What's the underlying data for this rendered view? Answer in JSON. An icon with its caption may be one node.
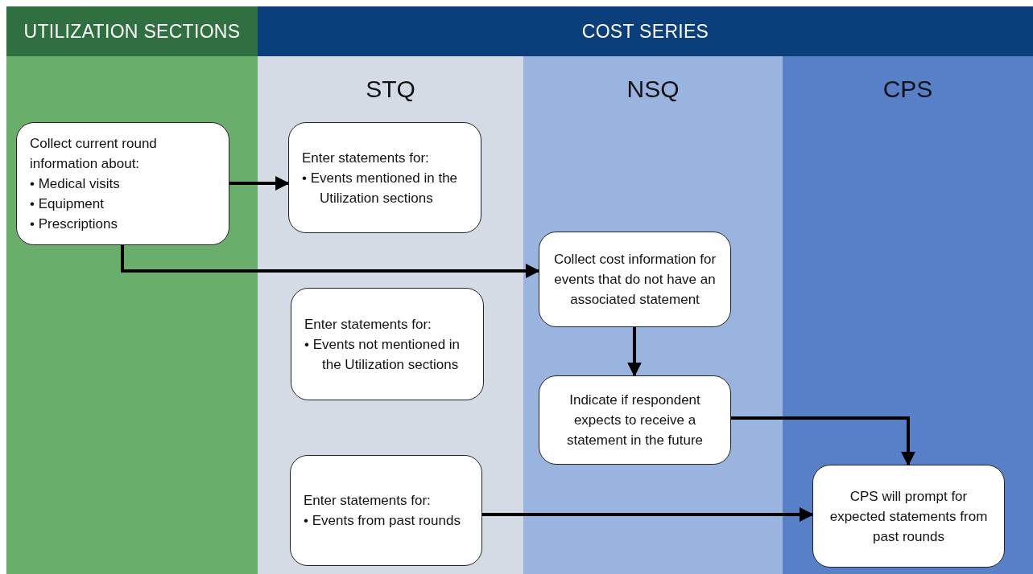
{
  "diagram": {
    "nodes": [
      {
        "text": [
          "UTILIZATION SECTIONS"
        ]
      },
      {
        "text": [
          "COST SERIES"
        ]
      },
      {
        "text": [
          "STQ"
        ],
        "in": 1
      },
      {
        "text": [
          "NSQ"
        ],
        "in": 1
      },
      {
        "text": [
          "CPS"
        ],
        "in": 1
      },
      {
        "text": [
          "Collect current round information about:",
          "• Medical visits",
          "• Equipment",
          "• Prescriptions"
        ],
        "in": 0
      },
      {
        "text": [
          "Enter statements for:",
          "• Events mentioned in the Utilization sections"
        ],
        "in": 2
      },
      {
        "text": [
          "Enter statements for:",
          "• Events not mentioned in the Utilization sections"
        ],
        "in": 2
      },
      {
        "text": [
          "Enter statements for:",
          "• Events from past rounds"
        ],
        "in": 2
      },
      {
        "text": [
          "Collect cost information for events that do not have an associated statement"
        ],
        "in": 3
      },
      {
        "text": [
          "Indicate if respondent expects to receive a statement in the future"
        ],
        "in": 3
      },
      {
        "text": [
          "CPS will prompt for expected statements from past rounds"
        ],
        "in": 4
      }
    ],
    "edges": [
      {
        "from": 5,
        "to": 6,
        "arrow": "to"
      },
      {
        "from": 5,
        "to": 9,
        "arrow": "to"
      },
      {
        "from": 9,
        "to": 10,
        "arrow": "to"
      },
      {
        "from": 10,
        "to": 11,
        "arrow": "to"
      },
      {
        "from": 8,
        "to": 11,
        "arrow": "to"
      }
    ]
  }
}
